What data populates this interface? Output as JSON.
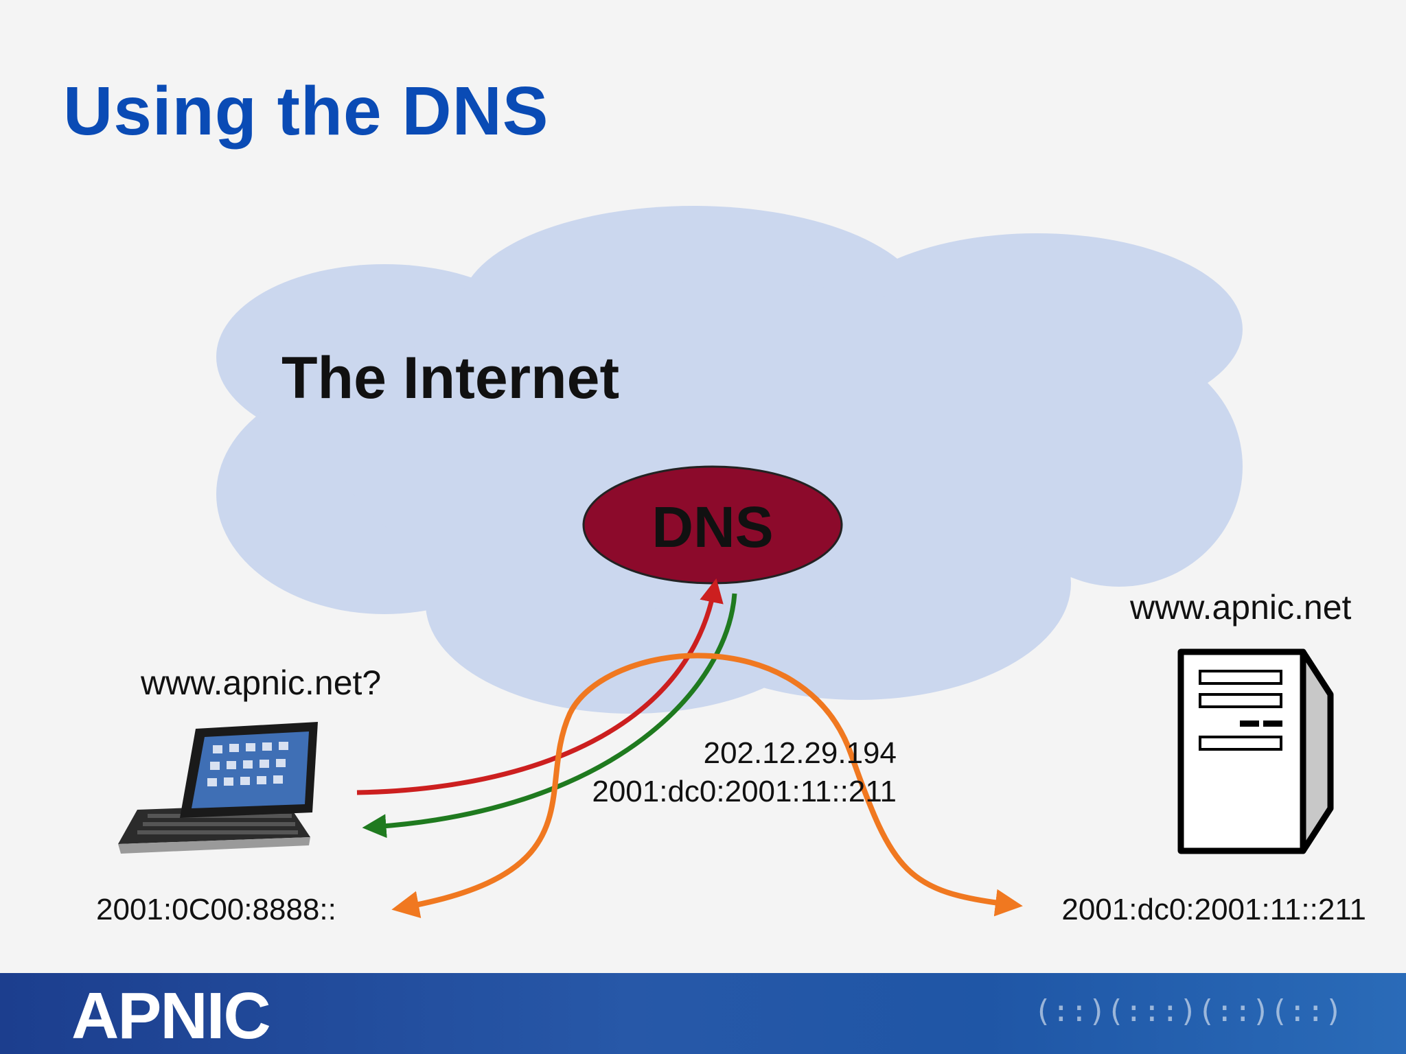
{
  "slide": {
    "title": "Using the DNS"
  },
  "diagram": {
    "cloud_label": "The Internet",
    "dns_label": "DNS",
    "client": {
      "query": "www.apnic.net?",
      "address": "2001:0C00:8888::"
    },
    "server": {
      "name": "www.apnic.net",
      "address": "2001:dc0:2001:11::211"
    },
    "dns_answer": {
      "ipv4": "202.12.29.194",
      "ipv6": "2001:dc0:2001:11::211"
    },
    "colors": {
      "cloud": "#cbd7ee",
      "dns_fill": "#8c0a2b",
      "query_arrow": "#cc1f1f",
      "answer_arrow": "#1f7a1f",
      "traffic_arrow": "#f07820",
      "title": "#0a4bb5",
      "cloud_label": "#1a96cc"
    }
  },
  "footer": {
    "brand": "APNIC",
    "pattern": "(::)(:::)(::)(::)"
  }
}
